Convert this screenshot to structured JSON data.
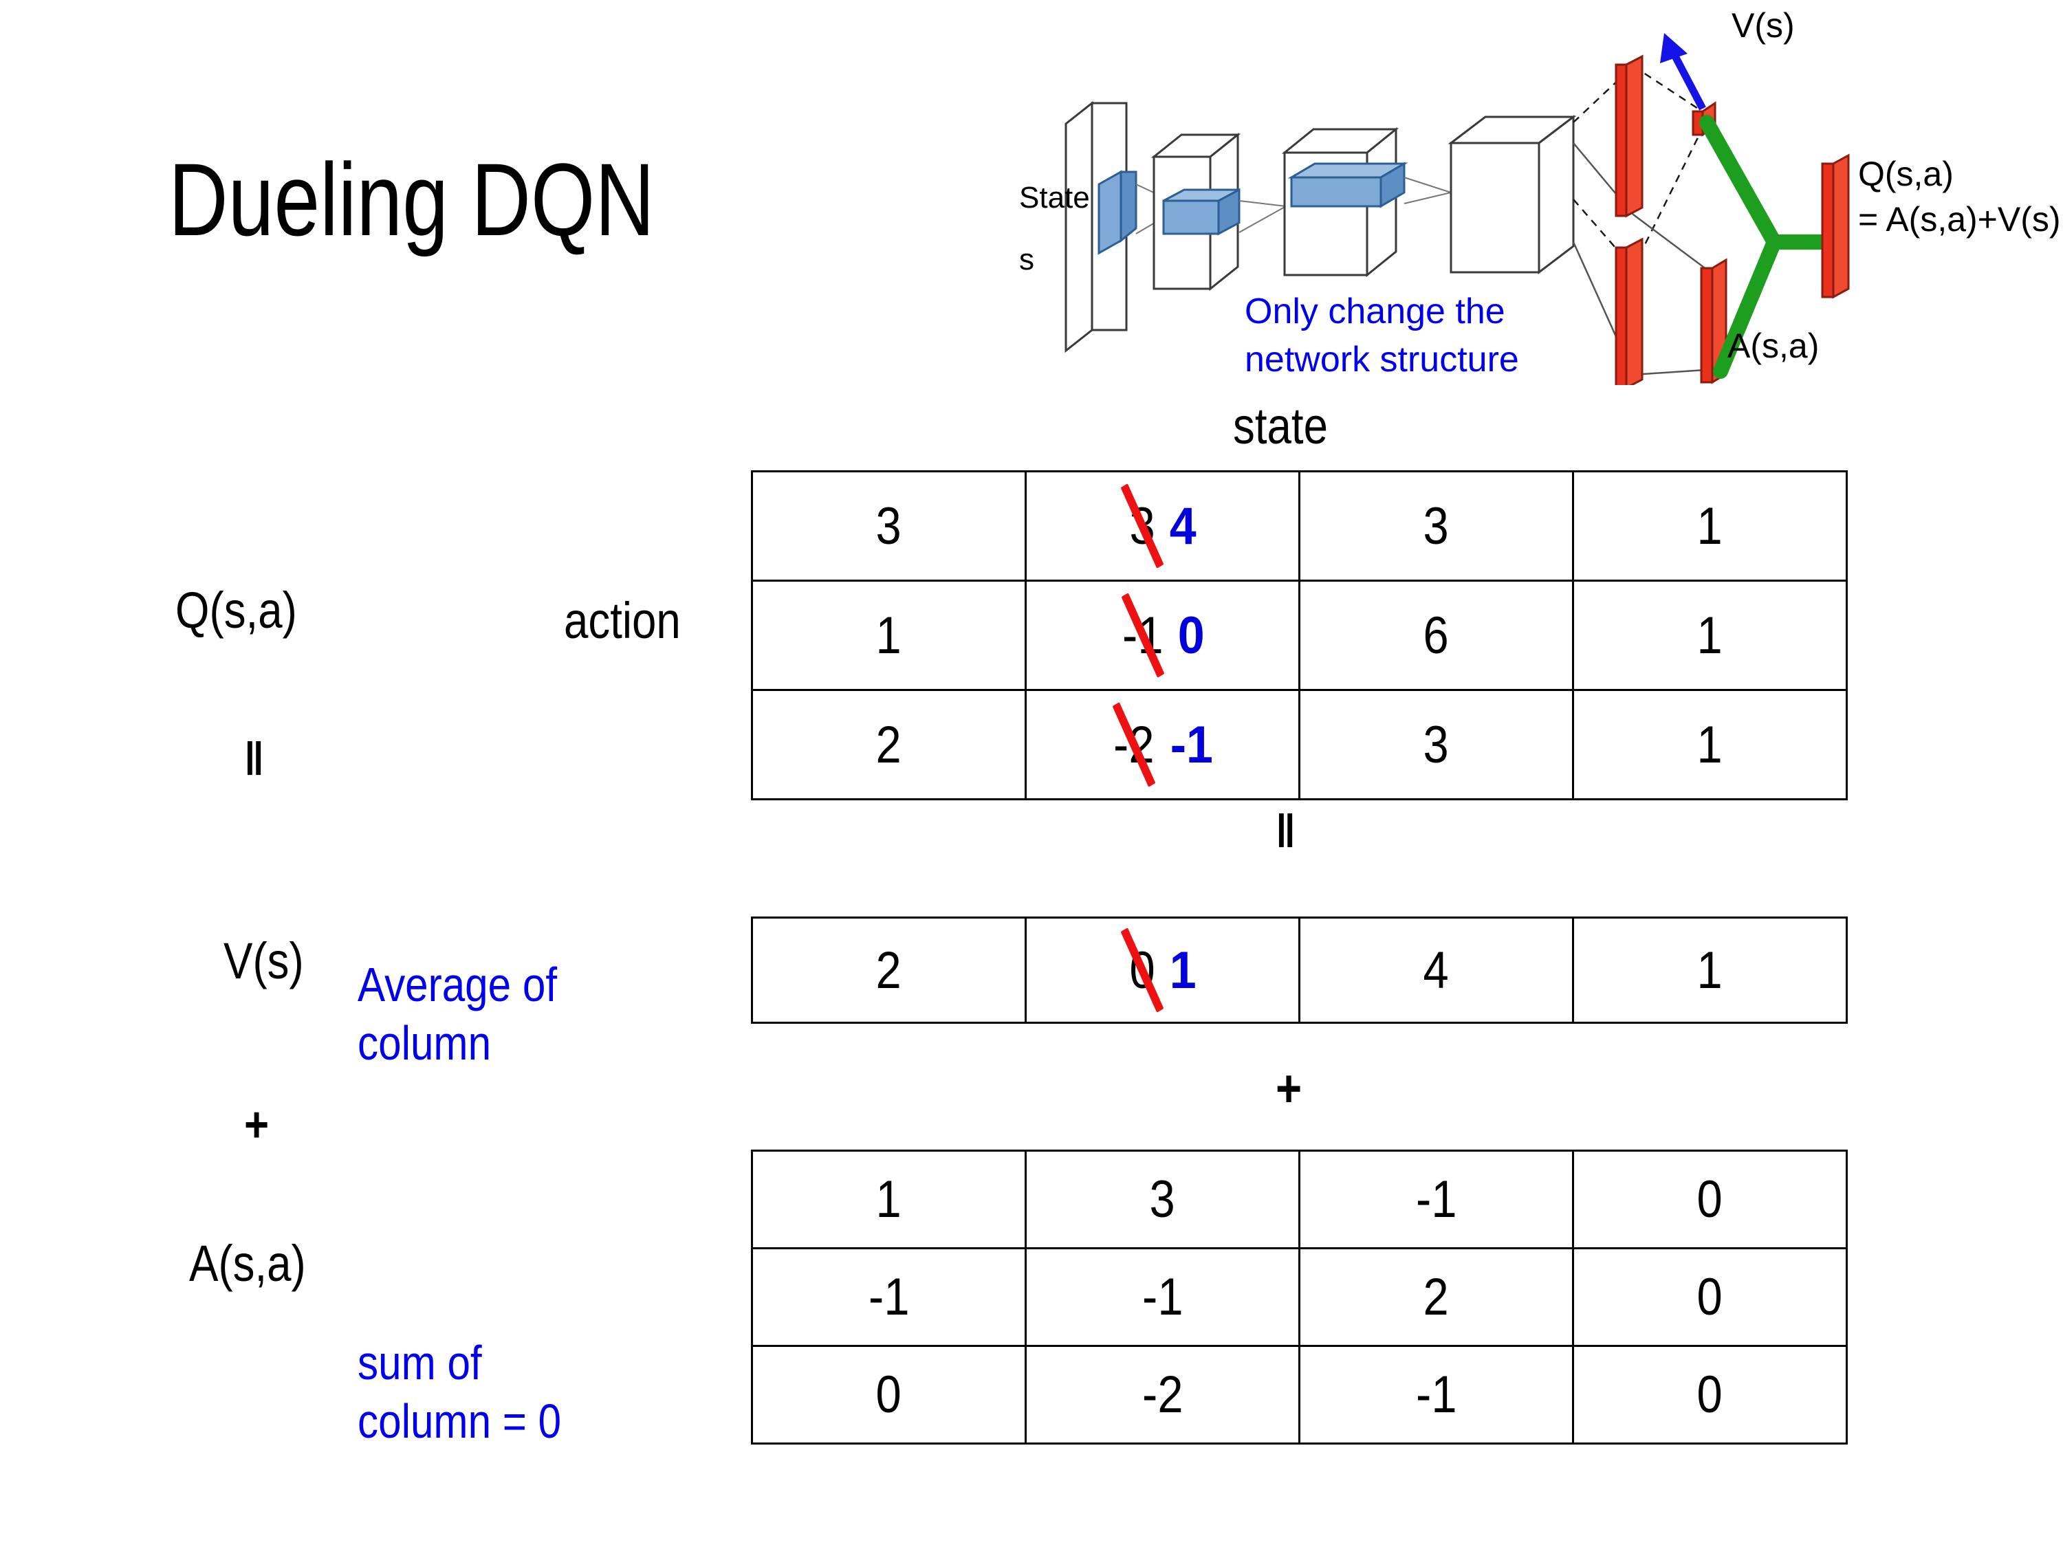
{
  "title": "Dueling DQN",
  "figure": {
    "name": "dueling-dqn-network-diagram",
    "input_label_line1": "State",
    "input_label_line2": "s",
    "note_line1": "Only change the",
    "note_line2": "network structure",
    "value_stream_label": "V(s)",
    "advantage_stream_label": "A(s,a)",
    "output_label_line1": "Q(s,a)",
    "output_label_line2": "= A(s,a)+V(s)",
    "colors": {
      "note_blue": "#0000EE",
      "arrow_blue": "#1414E6",
      "bar_red": "#E8301A",
      "merge_green": "#1E9E1E",
      "filter_blue": "#6699CC"
    }
  },
  "axes": {
    "state_label": "state",
    "action_label": "action"
  },
  "operators": {
    "equals_left": "‖",
    "plus_left": "+",
    "equals_mid": "‖",
    "plus_mid": "+"
  },
  "rows": {
    "q_label": "Q(s,a)",
    "v_label": "V(s)",
    "a_label": "A(s,a)",
    "v_note_line1": "Average of",
    "v_note_line2": "column",
    "a_note_line1": "sum of",
    "a_note_line2": "column = 0"
  },
  "chart_data": {
    "type": "table",
    "title": "Dueling DQN value decomposition",
    "xlabel": "state",
    "ylabel": "action",
    "correction_color": "#0000DD",
    "strike_color": "#EE1111",
    "tables": [
      {
        "name": "Q(s,a)",
        "rows": 3,
        "cols": 4,
        "values": [
          [
            "3",
            "3",
            "3",
            "1"
          ],
          [
            "1",
            "-1",
            "6",
            "1"
          ],
          [
            "2",
            "-2",
            "3",
            "1"
          ]
        ],
        "corrections": [
          {
            "row": 0,
            "col": 1,
            "old": "3",
            "new": "4"
          },
          {
            "row": 1,
            "col": 1,
            "old": "-1",
            "new": "0"
          },
          {
            "row": 2,
            "col": 1,
            "old": "-2",
            "new": "-1"
          }
        ]
      },
      {
        "name": "V(s)",
        "rows": 1,
        "cols": 4,
        "values": [
          [
            "2",
            "0",
            "4",
            "1"
          ]
        ],
        "corrections": [
          {
            "row": 0,
            "col": 1,
            "old": "0",
            "new": "1"
          }
        ]
      },
      {
        "name": "A(s,a)",
        "rows": 3,
        "cols": 4,
        "values": [
          [
            "1",
            "3",
            "-1",
            "0"
          ],
          [
            "-1",
            "-1",
            "2",
            "0"
          ],
          [
            "0",
            "-2",
            "-1",
            "0"
          ]
        ],
        "corrections": []
      }
    ]
  }
}
